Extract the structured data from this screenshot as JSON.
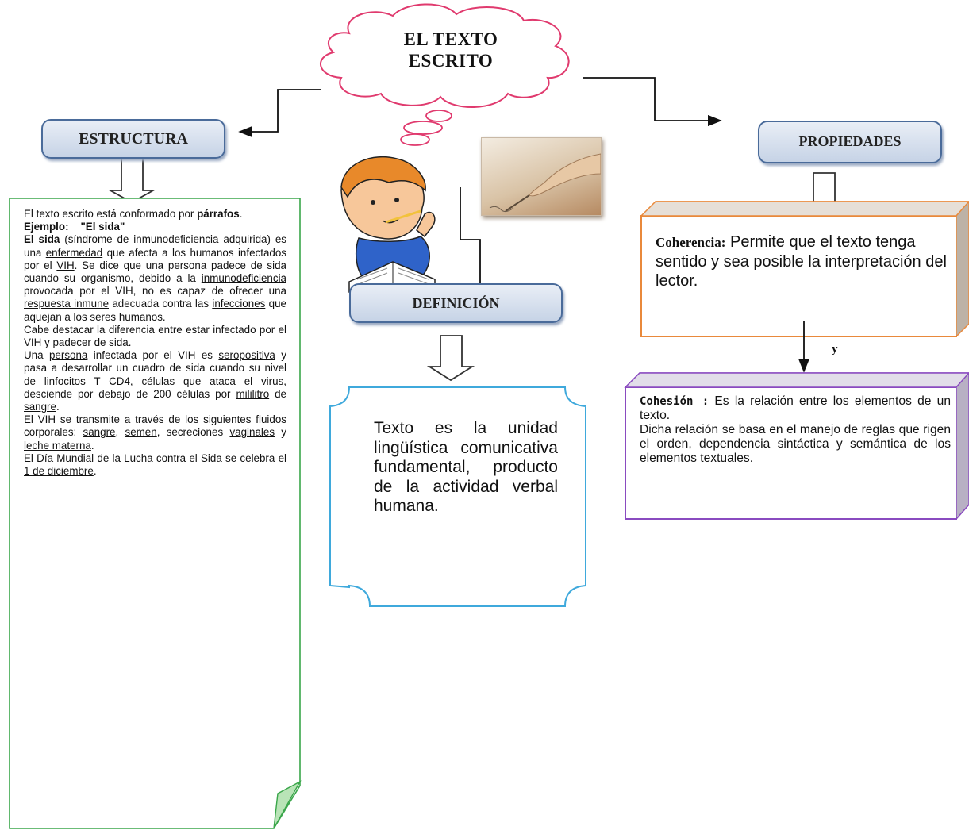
{
  "central": {
    "line1": "EL TEXTO",
    "line2": "ESCRITO"
  },
  "estructura": {
    "label": "ESTRUCTURA",
    "p1": "El texto escrito está conformado por",
    "p1b": "párrafos",
    "p1c": ".",
    "ejemplo_label": "Ejemplo:",
    "ejemplo_title": "\"El sida\"",
    "sida": "El sida",
    "p2a": "(síndrome de inmunodeficiencia adquirida) es una",
    "enfermedad": "enfermedad",
    "p2b": "que afecta a los humanos infectados por el",
    "vih": "VIH",
    "p2c": ". Se dice que una persona padece de sida cuando su organismo, debido a la",
    "inmunodeficiencia": "inmunodeficiencia",
    "p2d": "provocada por el VIH, no es capaz de ofrecer una",
    "respuesta_inmune": "respuesta inmune",
    "p2e": "adecuada contra las",
    "infecciones": "infecciones",
    "p2f": "que aquejan a los seres humanos.",
    "p3": "Cabe destacar la diferencia entre estar infectado por el VIH y padecer de sida.",
    "p4a": "Una",
    "persona": "persona",
    "p4b": "infectada por el VIH es",
    "seropositiva": "seropositiva",
    "p4c": "y pasa a desarrollar un cuadro de sida cuando su nivel de",
    "linfocitos": "linfocitos T CD4",
    "p4d": ",",
    "celulas": "células",
    "p4e": "que ataca el",
    "virus": "virus",
    "p4f": ", desciende por debajo de 200 células por",
    "mililitro": "mililitro",
    "p4g": "de",
    "sangre": "sangre",
    "p4h": ".",
    "p5a": "El VIH se transmite a través de los siguientes fluidos corporales:",
    "sangre2": "sangre",
    "p5b": ",",
    "semen": "semen",
    "p5c": ", secreciones",
    "vaginales": "vaginales",
    "p5d": "y",
    "leche": "leche materna",
    "p5e": ".",
    "p6a": "El",
    "dia_mundial": "Día Mundial de la Lucha contra el Sida",
    "p6b": "se celebra el",
    "fecha": "1 de diciembre",
    "p6c": "."
  },
  "definicion": {
    "label": "DEFINICIÓN",
    "text": "Texto es la unidad lingüística comunicativa fundamental, producto de la actividad verbal humana."
  },
  "propiedades": {
    "label": "PROPIEDADES",
    "coherencia_title": "Coherencia:",
    "coherencia_text": "Permite que el texto tenga sentido y sea posible la interpretación del lector.",
    "connector": "y",
    "cohesion_title": "Cohesión :",
    "cohesion_text1": "Es la relación entre los elementos de un texto.",
    "cohesion_text2": "Dicha relación se basa en el manejo de reglas que rigen el orden, dependencia sintáctica y semántica de los elementos textuales."
  }
}
